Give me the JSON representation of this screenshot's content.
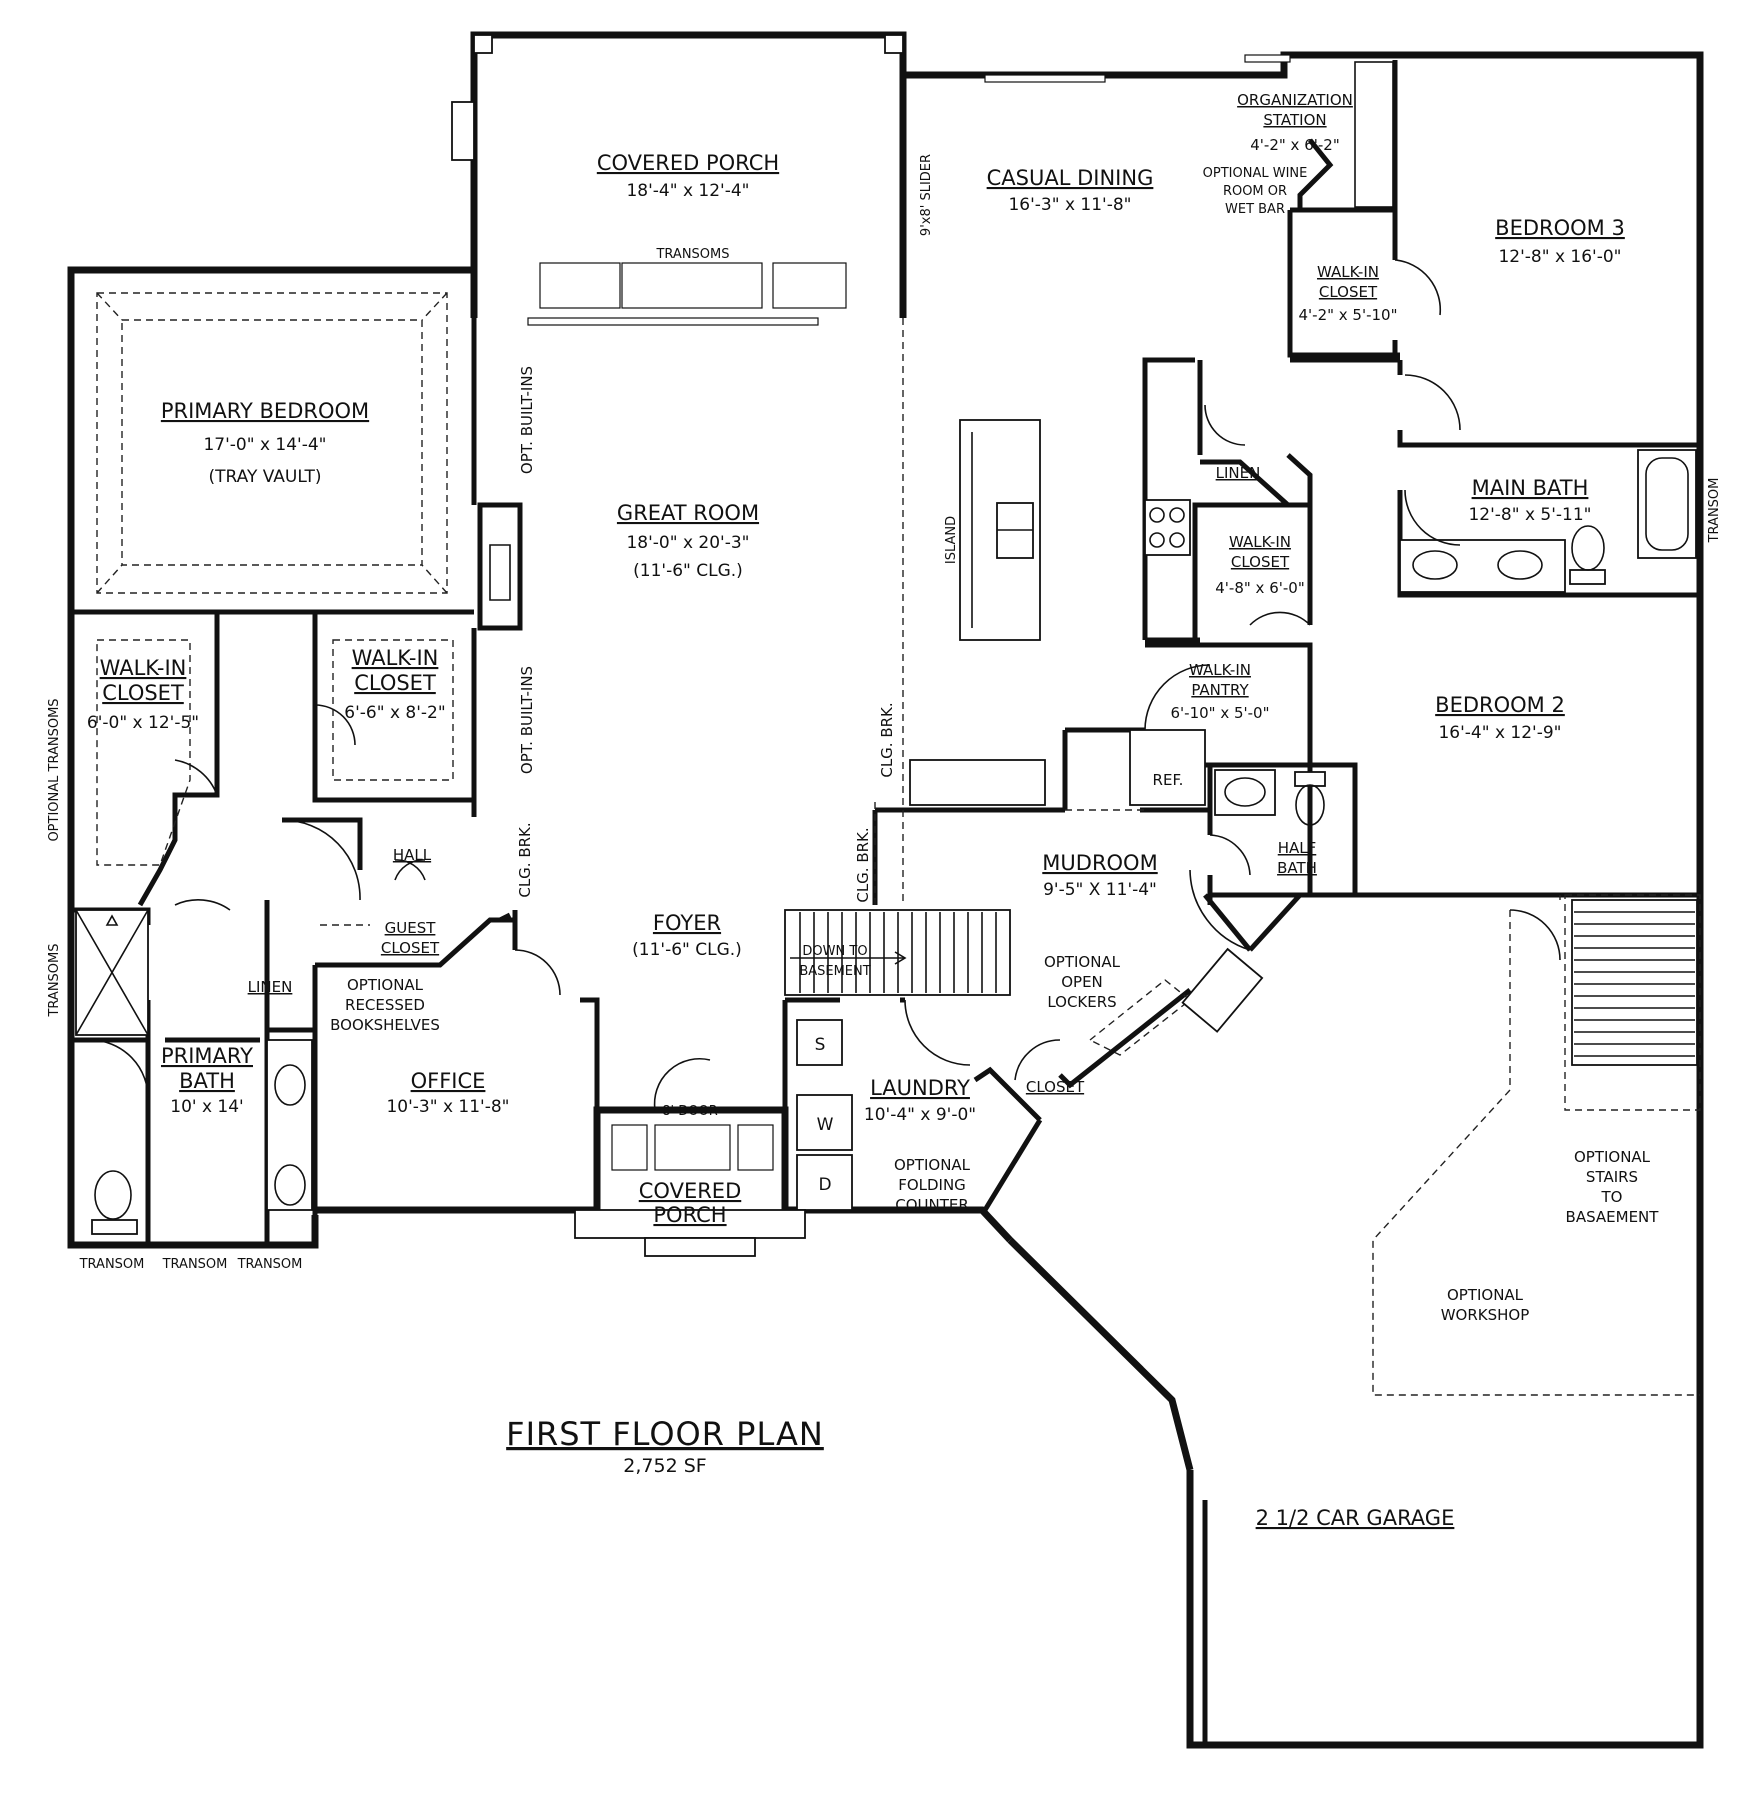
{
  "plan": {
    "title": "FIRST FLOOR PLAN",
    "area": "2,752 SF"
  },
  "rooms": {
    "covered_porch_rear": {
      "name": "COVERED PORCH",
      "dims": "18'-4\" x 12'-4\"",
      "note": "TRANSOMS"
    },
    "casual_dining": {
      "name": "CASUAL DINING",
      "dims": "16'-3\" x 11'-8\""
    },
    "slider": "9'x8' SLIDER",
    "organization_station": {
      "name1": "ORGANIZATION",
      "name2": "STATION",
      "dims": "4'-2\" x 6'-2\""
    },
    "wine_room": {
      "l1": "OPTIONAL WINE",
      "l2": "ROOM OR",
      "l3": "WET BAR"
    },
    "bedroom3": {
      "name": "BEDROOM 3",
      "dims": "12'-8\" x 16'-0\""
    },
    "walkin_closet_b3": {
      "name1": "WALK-IN",
      "name2": "CLOSET",
      "dims": "4'-2\" x 5'-10\""
    },
    "primary_bedroom": {
      "name": "PRIMARY BEDROOM",
      "dims": "17'-0\" x 14'-4\"",
      "note": "(TRAY VAULT)"
    },
    "great_room": {
      "name": "GREAT ROOM",
      "dims": "18'-0\" x 20'-3\"",
      "note": "(11'-6\" CLG.)"
    },
    "opt_builtins": "OPT. BUILT-INS",
    "island": "ISLAND",
    "linen_hall": "LINEN",
    "main_bath": {
      "name": "MAIN BATH",
      "dims": "12'-8\" x 5'-11\""
    },
    "transom_right": "TRANSOM",
    "walkin_closet_mid": {
      "name1": "WALK-IN",
      "name2": "CLOSET",
      "dims": "4'-8\" x 6'-0\""
    },
    "walkin_closet_primary_l": {
      "name1": "WALK-IN",
      "name2": "CLOSET",
      "dims": "6'-0\" x 12'-5\""
    },
    "walkin_closet_primary_r": {
      "name1": "WALK-IN",
      "name2": "CLOSET",
      "dims": "6'-6\" x 8'-2\""
    },
    "optional_transoms": "OPTIONAL TRANSOMS",
    "walkin_pantry": {
      "name1": "WALK-IN",
      "name2": "PANTRY",
      "dims": "6'-10\" x 5'-0\""
    },
    "bedroom2": {
      "name": "BEDROOM 2",
      "dims": "16'-4\" x 12'-9\""
    },
    "clg_brk": "CLG. BRK.",
    "ref": "REF.",
    "half_bath": {
      "name1": "HALF",
      "name2": "BATH"
    },
    "hall": "HALL",
    "guest_closet": {
      "name1": "GUEST",
      "name2": "CLOSET"
    },
    "mudroom": {
      "name": "MUDROOM",
      "dims": "9'-5\" X 11'-4\""
    },
    "foyer": {
      "name": "FOYER",
      "note": "(11'-6\" CLG.)"
    },
    "down_to_basement": {
      "l1": "DOWN TO",
      "l2": "BASEMENT"
    },
    "optional_open_lockers": {
      "l1": "OPTIONAL",
      "l2": "OPEN",
      "l3": "LOCKERS"
    },
    "transoms_left": "TRANSOMS",
    "linen_primary": "LINEN",
    "optional_recessed": {
      "l1": "OPTIONAL",
      "l2": "RECESSED",
      "l3": "BOOKSHELVES"
    },
    "primary_bath": {
      "name1": "PRIMARY",
      "name2": "BATH",
      "dims": "10' x 14'"
    },
    "office": {
      "name": "OFFICE",
      "dims": "10'-3\" x 11'-8\""
    },
    "door_8": "8' DOOR",
    "laundry": {
      "name": "LAUNDRY",
      "dims": "10'-4\" x 9'-0\""
    },
    "closet_mud": "CLOSET",
    "sink": "S",
    "washer": "W",
    "dryer": "D",
    "optional_folding": {
      "l1": "OPTIONAL",
      "l2": "FOLDING",
      "l3": "COUNTER"
    },
    "covered_porch_front": {
      "name1": "COVERED",
      "name2": "PORCH"
    },
    "optional_stairs": {
      "l1": "OPTIONAL",
      "l2": "STAIRS",
      "l3": "TO",
      "l4": "BASAEMENT"
    },
    "optional_workshop": {
      "l1": "OPTIONAL",
      "l2": "WORKSHOP"
    },
    "garage": "2 1/2 CAR GARAGE",
    "transom_bottom": "TRANSOM"
  }
}
